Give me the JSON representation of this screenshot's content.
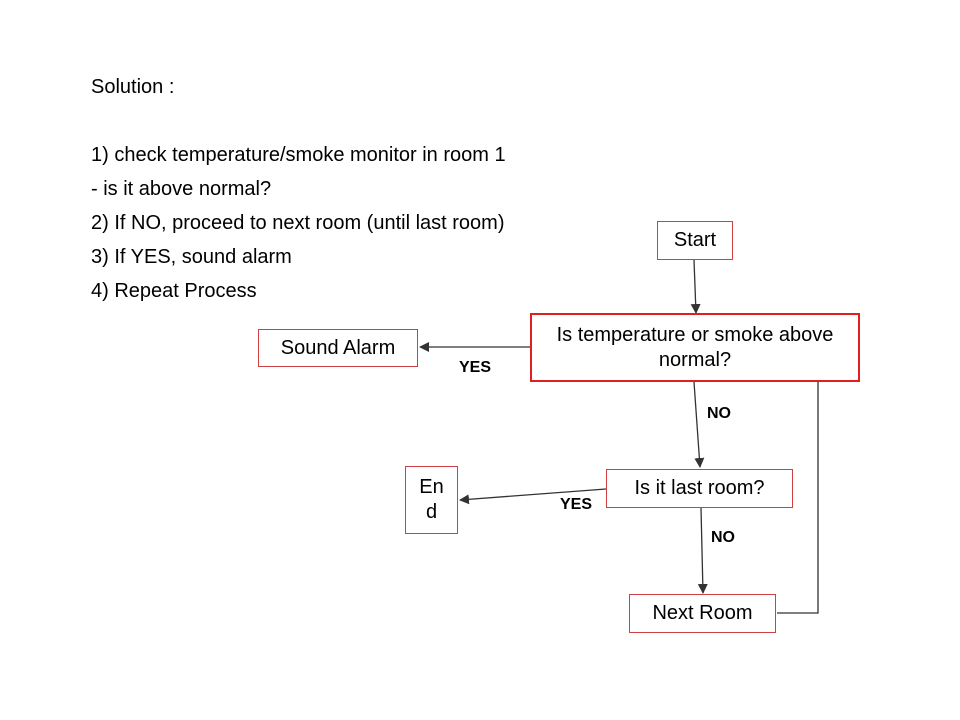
{
  "solution": {
    "heading": "Solution :",
    "steps": [
      "1) check temperature/smoke monitor in room 1",
      "- is it above normal?",
      "2) If NO, proceed to next room (until last room)",
      "3) If YES, sound alarm",
      "4) Repeat Process"
    ]
  },
  "flowchart": {
    "start": "Start",
    "decision_temp": "Is temperature or smoke above normal?",
    "sound_alarm": "Sound Alarm",
    "decision_last_room": "Is it last room?",
    "end": "En d",
    "next_room": "Next Room",
    "labels": {
      "yes_alarm": "YES",
      "no_temp": "NO",
      "yes_end": "YES",
      "no_last": "NO"
    }
  },
  "colors": {
    "box_border": "#e02020",
    "arrow": "#333333"
  }
}
